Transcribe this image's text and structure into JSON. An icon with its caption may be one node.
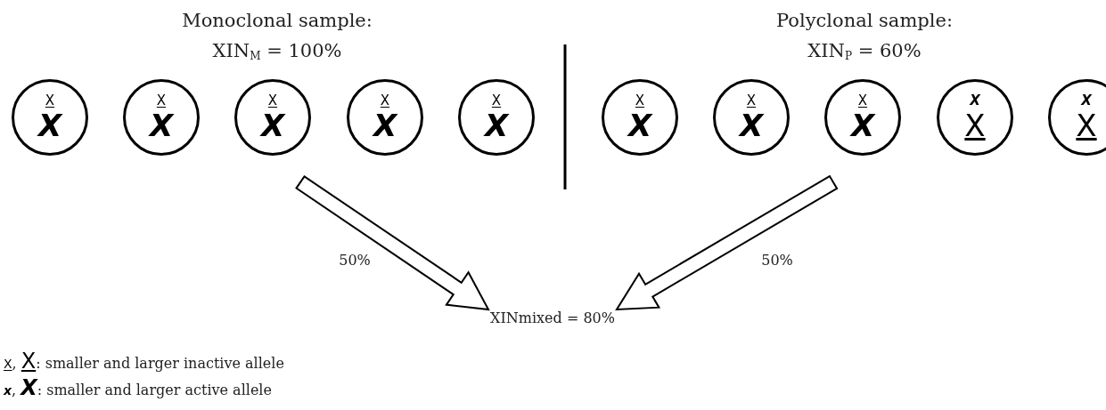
{
  "diagram": {
    "nodes": [
      {
        "text": [
          "X",
          "**X**"
        ]
      },
      {
        "text": [
          "X",
          "**X**"
        ]
      },
      {
        "text": [
          "X",
          "**X**"
        ]
      },
      {
        "text": [
          "X",
          "**X**"
        ]
      },
      {
        "text": [
          "X",
          "**X**"
        ]
      },
      {
        "text": [
          "X",
          "**X**"
        ]
      },
      {
        "text": [
          "X",
          "**X**"
        ]
      },
      {
        "text": [
          "X",
          "**X**"
        ]
      },
      {
        "text": [
          "**X**",
          "X"
        ]
      },
      {
        "text": [
          "**X**",
          "X"
        ]
      },
      {
        "text": [
          "XINmixed = 80%"
        ]
      }
    ],
    "edges": [
      {
        "from": null,
        "to": 10,
        "arrow": "to",
        "label": "50%",
        "style": "thick"
      },
      {
        "from": null,
        "to": 10,
        "arrow": "to",
        "label": "50%",
        "style": "thick"
      }
    ],
    "labels": [
      "Monoclonal sample:",
      "XIN$_{M}$ = 100%",
      "Polyclonal sample:",
      "XIN$_{P}$ = 60%"
    ],
    "legend": [
      {
        "text": "X, X: smaller and larger inactive allele"
      },
      {
        "text": "x, X: smaller and larger active allele"
      }
    ]
  }
}
